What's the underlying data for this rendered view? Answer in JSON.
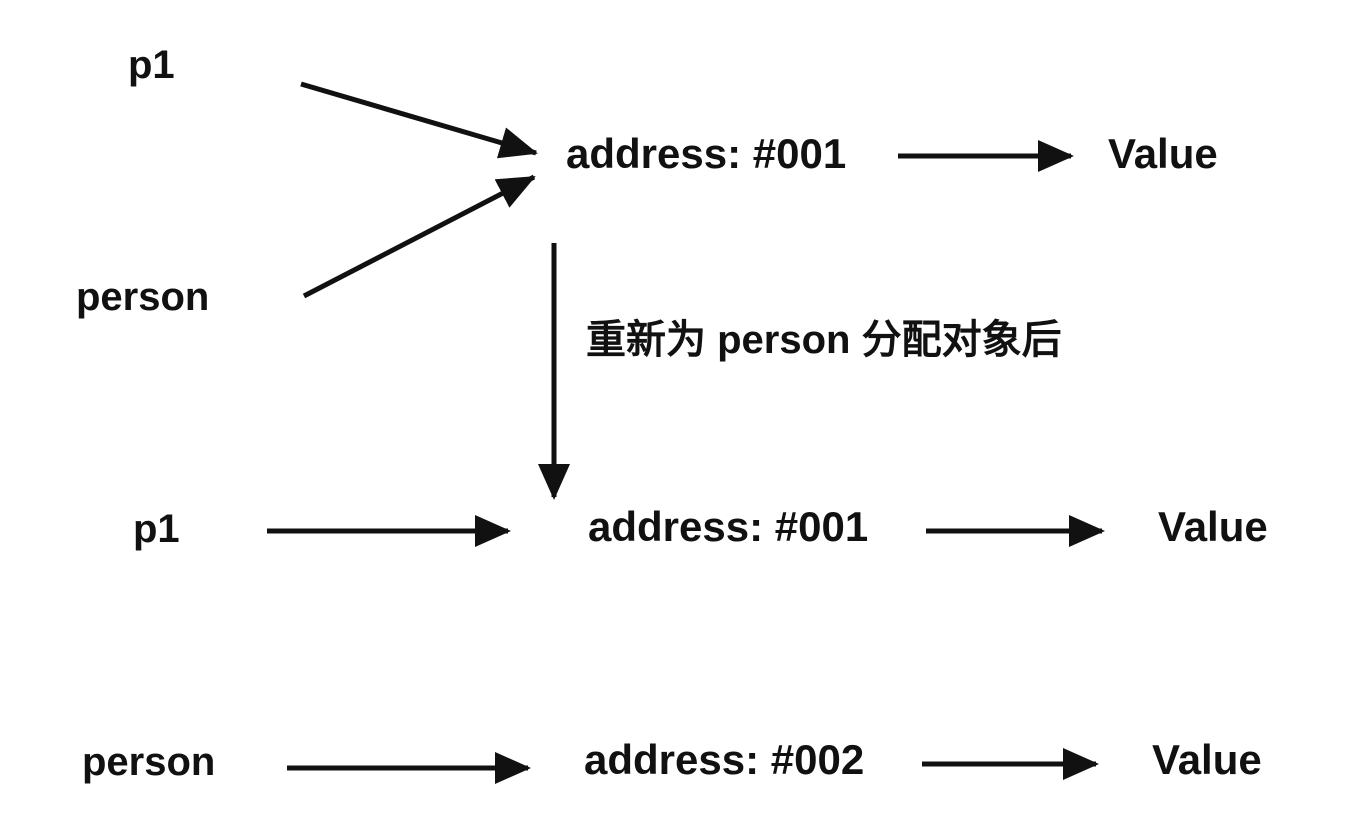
{
  "diagram": {
    "title_text": "",
    "background_color": "#ffffff",
    "stroke_color": "#111111",
    "text_color": "#111111",
    "rows": [
      {
        "id": "before",
        "pointers": [
          {
            "name": "pointer-p1",
            "label": "p1"
          },
          {
            "name": "pointer-person",
            "label": "person"
          }
        ],
        "memory": {
          "name": "memory-cell",
          "label": "address: #001"
        },
        "value": {
          "name": "value-cell",
          "label": "Value"
        }
      },
      {
        "id": "after-p1",
        "pointers": [
          {
            "name": "pointer-p1",
            "label": "p1"
          }
        ],
        "memory": {
          "name": "memory-cell",
          "label": "address: #001"
        },
        "value": {
          "name": "value-cell",
          "label": "Value"
        }
      },
      {
        "id": "after-person",
        "pointers": [
          {
            "name": "pointer-person",
            "label": "person"
          }
        ],
        "memory": {
          "name": "memory-cell",
          "label": "address: #002"
        },
        "value": {
          "name": "value-cell",
          "label": "Value"
        }
      }
    ],
    "transition": {
      "name": "transition-note",
      "label": "重新为 person 分配对象后",
      "arrow": "down-arrow-icon"
    },
    "arrow_icons": {
      "diagonal_p1": "arrow-diagonal-down-right-icon",
      "diagonal_person": "arrow-diagonal-up-right-icon",
      "horizontal": "arrow-right-icon",
      "vertical": "arrow-down-icon"
    }
  }
}
